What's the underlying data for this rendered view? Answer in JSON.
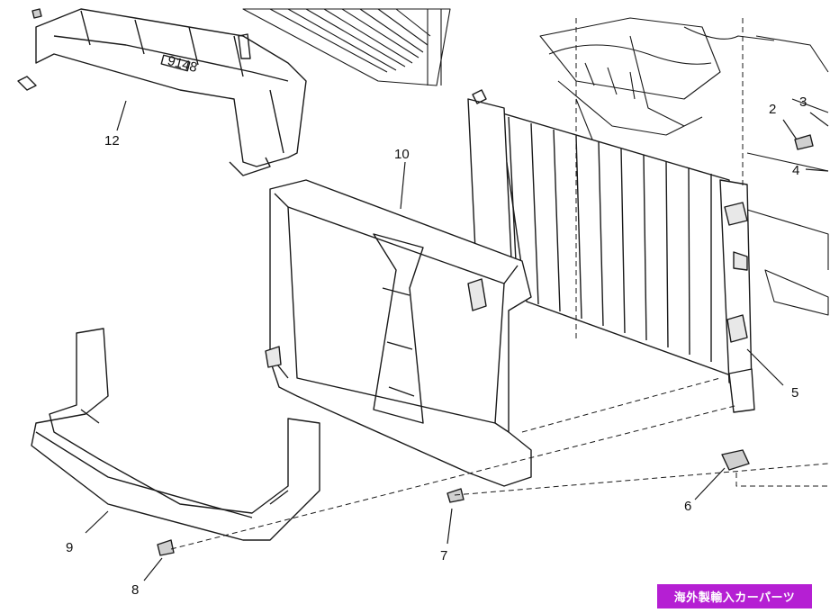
{
  "diagram": {
    "callouts": {
      "c2": "2",
      "c3": "3",
      "c4": "4",
      "c5": "5",
      "c6": "6",
      "c7": "7",
      "c8": "8",
      "c9": "9",
      "c10": "10",
      "c12": "12"
    },
    "part_stamp": "9148",
    "watermark": "海外製輸入カーパーツ"
  },
  "colors": {
    "line": "#1a1a1a",
    "fill": "#ffffff",
    "badge": "#b51fd3"
  }
}
